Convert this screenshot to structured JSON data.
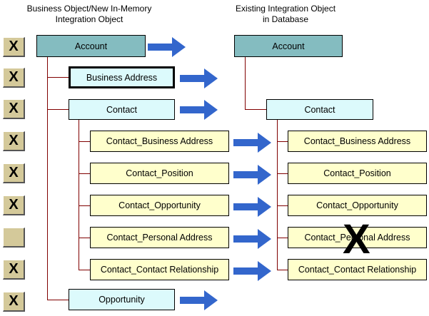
{
  "headers": {
    "left": [
      "Business Object/New In-Memory",
      "Integration Object"
    ],
    "right": [
      "Existing Integration Object",
      "in Database"
    ]
  },
  "checkboxes": [
    "X",
    "X",
    "X",
    "X",
    "X",
    "X",
    "",
    "X",
    "X"
  ],
  "left_nodes": {
    "account": "Account",
    "business_address": "Business Address",
    "contact": "Contact",
    "contact_business_address": "Contact_Business Address",
    "contact_position": "Contact_Position",
    "contact_opportunity": "Contact_Opportunity",
    "contact_personal_address": "Contact_Personal Address",
    "contact_contact_relationship": "Contact_Contact Relationship",
    "opportunity": "Opportunity"
  },
  "right_nodes": {
    "account": "Account",
    "contact": "Contact",
    "contact_business_address": "Contact_Business Address",
    "contact_position": "Contact_Position",
    "contact_opportunity": "Contact_Opportunity",
    "contact_personal_address": "Contact_Personal Address",
    "contact_contact_relationship": "Contact_Contact Relationship"
  },
  "deleted_marker": "X",
  "colors": {
    "root": "#84bcc0",
    "child": "#dcfafc",
    "grandchild": "#ffffcc",
    "connector": "#800000",
    "arrow": "#3366cc"
  }
}
